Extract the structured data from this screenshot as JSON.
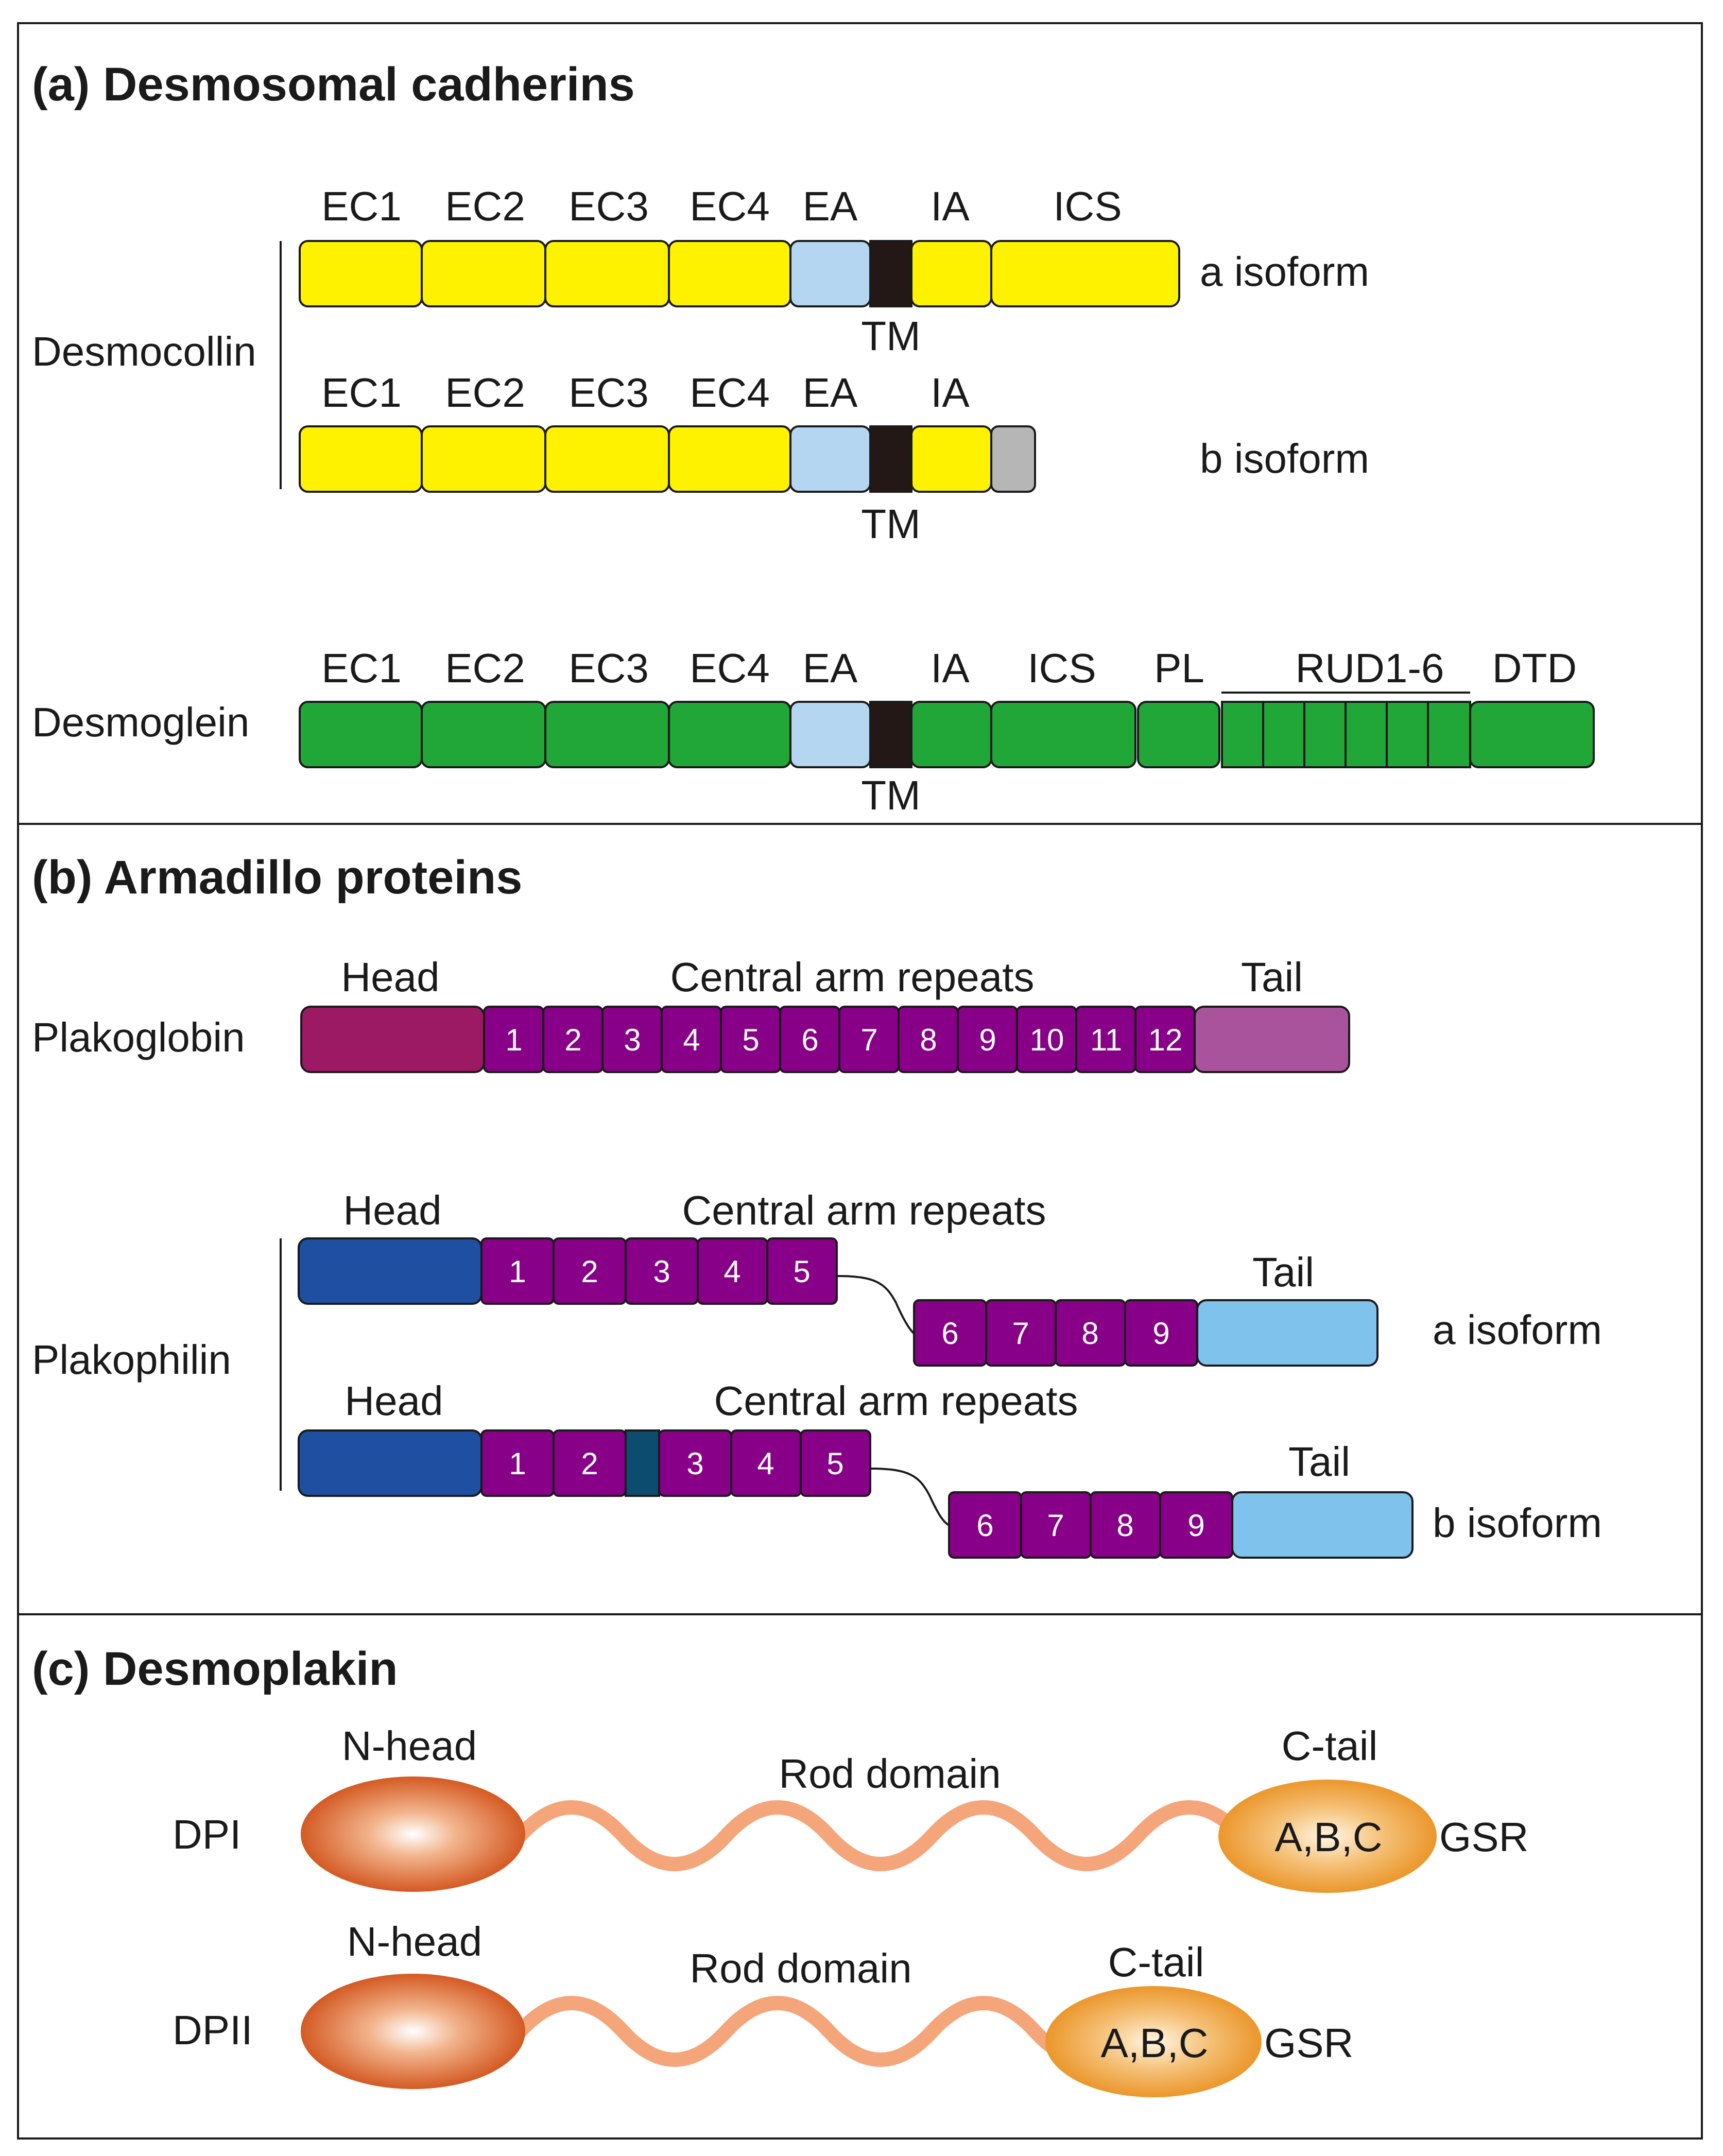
{
  "panel_a": {
    "title": "(a) Desmosomal cadherins",
    "desmocollin": {
      "name": "Desmocollin",
      "a": {
        "labels": [
          "EC1",
          "EC2",
          "EC3",
          "EC4",
          "EA",
          "IA",
          "ICS"
        ],
        "tm": "TM",
        "isoform": "a isoform"
      },
      "b": {
        "labels": [
          "EC1",
          "EC2",
          "EC3",
          "EC4",
          "EA",
          "IA"
        ],
        "tm": "TM",
        "isoform": "b isoform"
      }
    },
    "desmoglein": {
      "name": "Desmoglein",
      "labels": [
        "EC1",
        "EC2",
        "EC3",
        "EC4",
        "EA",
        "IA",
        "ICS",
        "PL",
        "RUD1-6",
        "DTD"
      ],
      "tm": "TM"
    }
  },
  "panel_b": {
    "title": "(b) Armadillo proteins",
    "plakoglobin": {
      "name": "Plakoglobin",
      "head": "Head",
      "central": "Central arm repeats",
      "tail": "Tail",
      "repeats": [
        "1",
        "2",
        "3",
        "4",
        "5",
        "6",
        "7",
        "8",
        "9",
        "10",
        "11",
        "12"
      ]
    },
    "plakophilin": {
      "name": "Plakophilin",
      "a": {
        "head": "Head",
        "central": "Central arm repeats",
        "tail": "Tail",
        "isoform": "a isoform",
        "repeats_1": [
          "1",
          "2",
          "3",
          "4",
          "5"
        ],
        "repeats_2": [
          "6",
          "7",
          "8",
          "9"
        ]
      },
      "b": {
        "head": "Head",
        "central": "Central arm repeats",
        "tail": "Tail",
        "isoform": "b isoform",
        "repeats_1": [
          "1",
          "2",
          "3",
          "4",
          "5"
        ],
        "repeats_2": [
          "6",
          "7",
          "8",
          "9"
        ]
      }
    }
  },
  "panel_c": {
    "title": "(c) Desmoplakin",
    "dpi": {
      "name": "DPI",
      "n_head": "N-head",
      "rod": "Rod domain",
      "c_tail": "C-tail",
      "c_inner": "A,B,C",
      "gsr": "GSR"
    },
    "dpii": {
      "name": "DPII",
      "n_head": "N-head",
      "rod": "Rod domain",
      "c_tail": "C-tail",
      "c_inner": "A,B,C",
      "gsr": "GSR"
    }
  },
  "colors": {
    "desmocollin": "#fff200",
    "desmoglein": "#21a638",
    "ea": "#b4d6f0",
    "tm": "#231815",
    "b_tail": "#b6b6b6",
    "plakoglobin_head": "#9c1a64",
    "plakoglobin_tail": "#a8539b",
    "arm_repeat": "#880088",
    "plakophilin_head": "#1e4fa1",
    "plakophilin_tail": "#7fc2ec",
    "insert": "#0c4c6e",
    "rod": "#f4a57a",
    "n_head": "#d4551c",
    "c_tail": "#ee9a2e"
  }
}
